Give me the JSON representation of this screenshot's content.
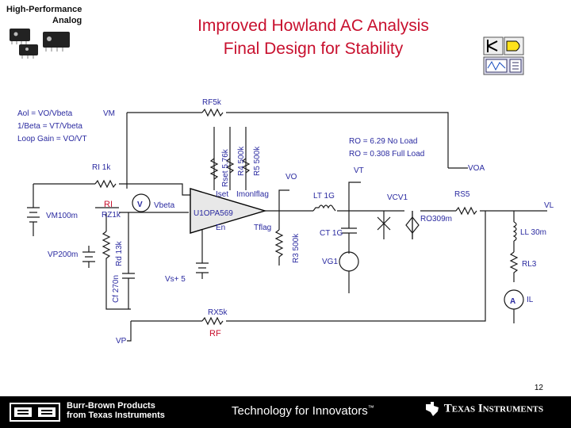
{
  "header": {
    "logo_line1": "High-Performance",
    "logo_line2": "Analog",
    "title_line1": "Improved Howland AC Analysis",
    "title_line2": "Final Design for Stability"
  },
  "schematic": {
    "notes": [
      "Aol = VO/Vbeta",
      "1/Beta = VT/Vbeta",
      "Loop Gain = VO/VT"
    ],
    "ro_notes": [
      "RO = 6.29 No Load",
      "RO = 0.308 Full Load"
    ],
    "labels": {
      "vm": "VM",
      "rf": "RF5k",
      "rset": "Rset 5.76k",
      "r4": "R4 500k",
      "r5": "R5 500k",
      "ri": "RI 1k",
      "ri_red": "RI",
      "rz": "RZ1k",
      "vbeta": "Vbeta",
      "v_meter": "V",
      "vm100m": "VM100m",
      "rd": "Rd 13k",
      "vp200m": "VP200m",
      "cf": "Cf 270n",
      "u1": "U1OPA569",
      "iset": "Iset",
      "imon": "Imon",
      "iflag": "Iflag",
      "en": "En",
      "tflag": "Tflag",
      "vs": "Vs+ 5",
      "vo": "VO",
      "vt": "VT",
      "lt": "LT 1G",
      "ct": "CT 1G",
      "vg1": "VG1",
      "r3": "R3 500k",
      "vcv1": "VCV1",
      "rs": "RS5",
      "ro": "RO309m",
      "voa": "VOA",
      "vl": "VL",
      "ll": "LL 30m",
      "rl": "RL3",
      "a_meter": "A",
      "il": "IL",
      "rx": "RX5k",
      "rf_red": "RF",
      "vp": "VP"
    }
  },
  "footer": {
    "page_number": "12",
    "bb_line1": "Burr-Brown Products",
    "bb_line2": "from Texas Instruments",
    "tagline": "Technology for Innovators",
    "tm": "™",
    "ti_name": "Texas Instruments"
  },
  "colors": {
    "title": "#c8102e",
    "wire": "#1a1a1a",
    "text": "#2a2aa0",
    "footer_bg": "#000000"
  }
}
